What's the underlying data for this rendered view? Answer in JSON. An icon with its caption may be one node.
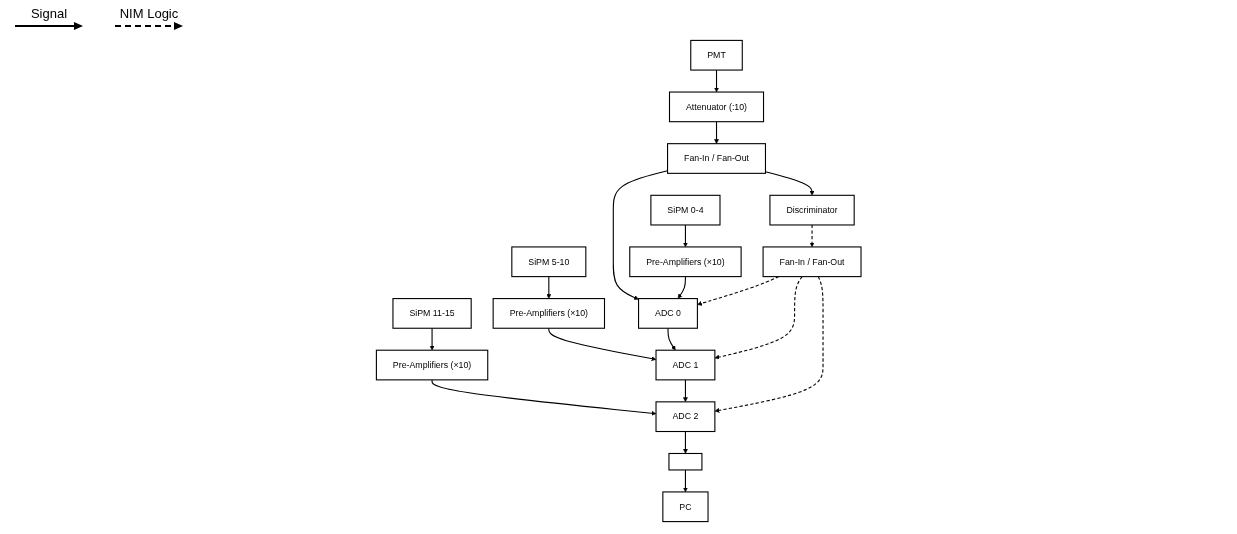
{
  "diagram": {
    "nodes": [
      {
        "text": [
          "PMT"
        ]
      },
      {
        "text": [
          "SiPM 0-4"
        ]
      },
      {
        "text": [
          "SiPM 5-10"
        ]
      },
      {
        "text": [
          "SiPM 11-15"
        ]
      },
      {
        "text": [
          "Attenuator (:10)"
        ]
      },
      {
        "text": [
          "Pre-Amplifiers (×10)"
        ]
      },
      {
        "text": [
          "Pre-Amplifiers (×10)"
        ]
      },
      {
        "text": [
          "Pre-Amplifiers (×10)"
        ]
      },
      {
        "text": [
          "Fan-In / Fan-Out"
        ]
      },
      {
        "text": [
          "Discriminator"
        ]
      },
      {
        "text": [
          "ADC 0"
        ]
      },
      {
        "text": [
          "ADC 1"
        ]
      },
      {
        "text": [
          "ADC 2"
        ]
      },
      {
        "text": [
          "Fan-In / Fan-Out"
        ]
      },
      {
        "text": [
          "PC"
        ]
      },
      {
        "text": [],
        "shape": "box"
      }
    ],
    "edges": [
      {
        "from": 0,
        "to": 4,
        "arrow": "to"
      },
      {
        "from": 4,
        "to": 8,
        "arrow": "to"
      },
      {
        "from": 8,
        "to": 9,
        "arrow": "to"
      },
      {
        "from": 8,
        "to": 10,
        "arrow": "to"
      },
      {
        "from": 1,
        "to": 5,
        "arrow": "to"
      },
      {
        "from": 5,
        "to": 10,
        "arrow": "to"
      },
      {
        "from": 2,
        "to": 6,
        "arrow": "to"
      },
      {
        "from": 6,
        "to": 11,
        "arrow": "to"
      },
      {
        "from": 3,
        "to": 7,
        "arrow": "to"
      },
      {
        "from": 7,
        "to": 12,
        "arrow": "to"
      },
      {
        "from": 10,
        "to": 11,
        "arrow": "to"
      },
      {
        "from": 11,
        "to": 12,
        "arrow": "to"
      },
      {
        "from": 12,
        "to": 15,
        "arrow": "to"
      },
      {
        "from": 15,
        "to": 14,
        "arrow": "to"
      },
      {
        "from": 9,
        "to": 13,
        "arrow": "to",
        "style": "dashed"
      },
      {
        "from": 13,
        "to": 10,
        "arrow": "to",
        "style": "dashed"
      },
      {
        "from": 13,
        "to": 11,
        "arrow": "to",
        "style": "dashed"
      },
      {
        "from": 13,
        "to": 12,
        "arrow": "to",
        "style": "dashed"
      }
    ],
    "legend": [
      {
        "text": "Signal"
      },
      {
        "text": "NIM Logic"
      }
    ]
  }
}
